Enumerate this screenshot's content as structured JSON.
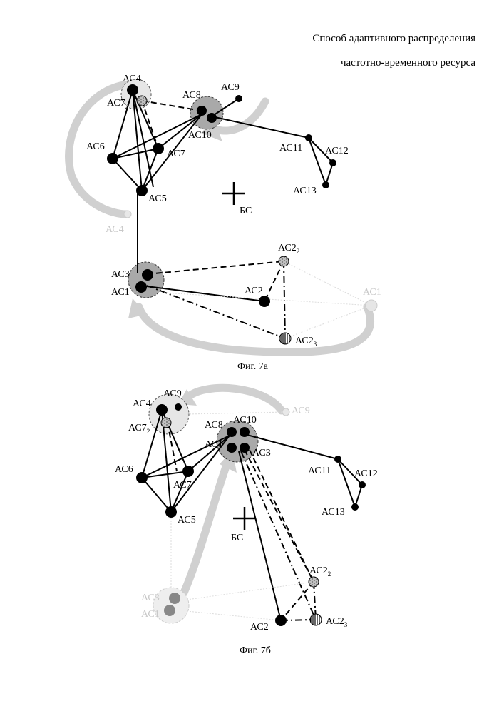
{
  "header": {
    "line1": "Способ адаптивного распределения",
    "line2": "частотно-временного ресурса"
  },
  "fig_a": {
    "caption": "Фиг. 7а",
    "labels": {
      "ac4": "АС4",
      "ac7_2": "АС7",
      "ac7_2_sub": "2",
      "ac8": "АС8",
      "ac9": "АС9",
      "ac10": "АС10",
      "ac6": "АС6",
      "ac7": "АС7",
      "ac5": "АС5",
      "ac11": "АС11",
      "ac12": "АС12",
      "ac13": "АС13",
      "bs": "БС",
      "ac4_ghost": "АС4",
      "ac3": "АС3",
      "ac1": "АС1",
      "ac2_2": "АС2",
      "ac2_2_sub": "2",
      "ac2": "АС2",
      "ac1_ghost": "АС1",
      "ac2_3": "АС2",
      "ac2_3_sub": "3"
    }
  },
  "fig_b": {
    "caption": "Фиг. 7б",
    "labels": {
      "ac4": "АС4",
      "ac9": "АС9",
      "ac9_ghost": "АС9",
      "ac7_2": "АС7",
      "ac7_2_sub": "2",
      "ac8": "АС8",
      "ac10": "АС10",
      "ac1": "АС1",
      "ac3": "АС3",
      "ac6": "АС6",
      "ac7": "АС7",
      "ac5": "АС5",
      "ac11": "АС11",
      "ac12": "АС12",
      "ac13": "АС13",
      "bs": "БС",
      "ac2_2": "АС2",
      "ac2_2_sub": "2",
      "ac3_ghost": "АС3",
      "ac1_ghost": "АС1",
      "ac2": "АС2",
      "ac2_3": "АС2",
      "ac2_3_sub": "3"
    }
  }
}
